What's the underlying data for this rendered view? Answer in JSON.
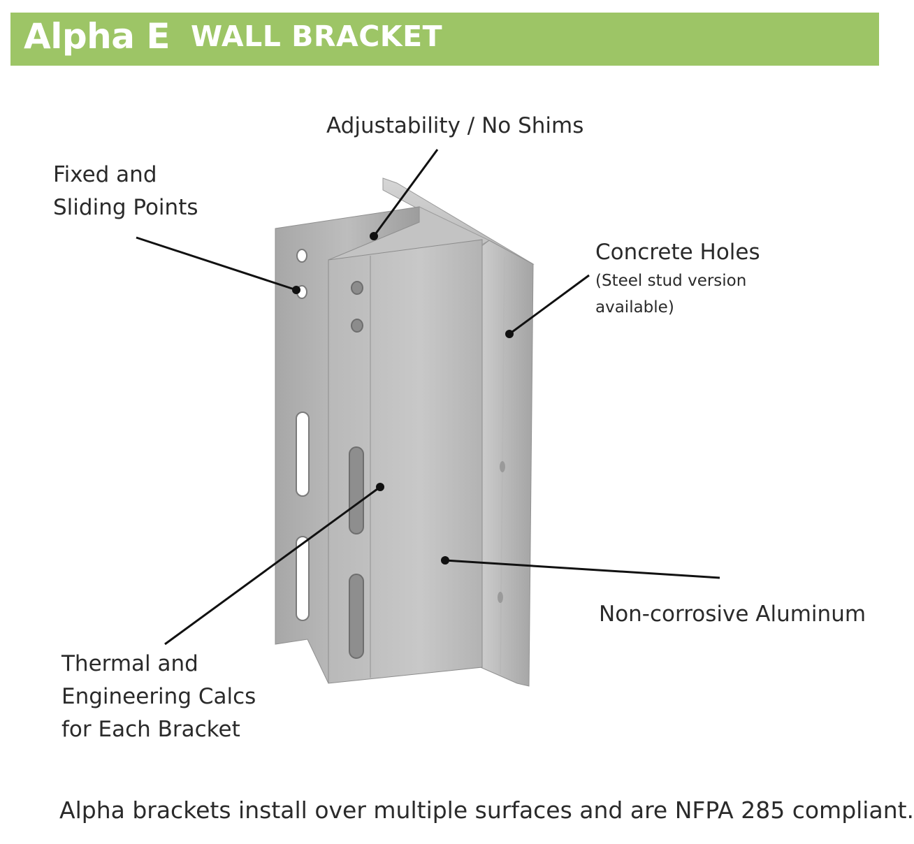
{
  "header": {
    "product_name": "Alpha E",
    "subtitle": "WALL BRACKET",
    "bar_color": "#9dc566"
  },
  "callouts": {
    "adjustability": "Adjustability / No Shims",
    "fixed_sliding": [
      "Fixed and",
      "Sliding Points"
    ],
    "concrete_holes": "Concrete Holes",
    "concrete_note": [
      "(Steel stud version",
      "available)"
    ],
    "material": "Non-corrosive Aluminum",
    "calcs": [
      "Thermal and",
      "Engineering Calcs",
      "for Each Bracket"
    ]
  },
  "footer": {
    "statement": "Alpha brackets install over multiple surfaces and are NFPA 285 compliant."
  }
}
